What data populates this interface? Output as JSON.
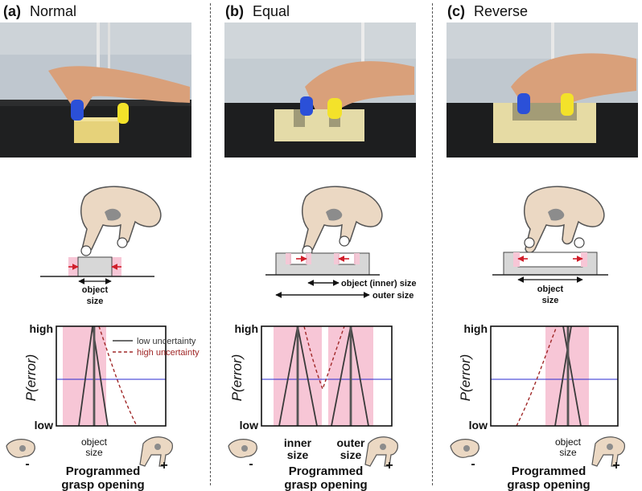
{
  "panels": [
    {
      "letter": "(a)",
      "title": "Normal",
      "dimension_labels": {
        "object": [
          "object",
          "size"
        ]
      },
      "plot": {
        "y_top": "high",
        "y_bottom": "low",
        "y_axis": "P(error)",
        "x_ticks": [
          "object",
          "size"
        ],
        "legend": [
          "low uncertainty",
          "high uncertainty"
        ]
      },
      "sign_minus": "-",
      "sign_plus": "+",
      "x_title": [
        "Programmed",
        "grasp opening"
      ]
    },
    {
      "letter": "(b)",
      "title": "Equal",
      "dimension_labels": {
        "inner": "object (inner) size",
        "outer": "outer size"
      },
      "plot": {
        "y_top": "high",
        "y_bottom": "low",
        "y_axis": "P(error)",
        "x_ticks_inner": [
          "inner",
          "size"
        ],
        "x_ticks_outer": [
          "outer",
          "size"
        ]
      },
      "sign_minus": "-",
      "sign_plus": "+",
      "x_title": [
        "Programmed",
        "grasp opening"
      ]
    },
    {
      "letter": "(c)",
      "title": "Reverse",
      "dimension_labels": {
        "object": [
          "object",
          "size"
        ]
      },
      "plot": {
        "y_top": "high",
        "y_bottom": "low",
        "y_axis": "P(error)",
        "x_ticks": [
          "object",
          "size"
        ]
      },
      "sign_minus": "-",
      "sign_plus": "+",
      "x_title": [
        "Programmed",
        "grasp opening"
      ]
    }
  ],
  "colors": {
    "band": "#f7c6d6",
    "low_uncertainty": "#3a3a3a",
    "high_uncertainty": "#a02828",
    "threshold": "#2a2ad0",
    "arrow": "#d01e2a",
    "block": "#d9d2a0",
    "glove_blue": "#2b50d8",
    "glove_yellow": "#f3e22a"
  }
}
